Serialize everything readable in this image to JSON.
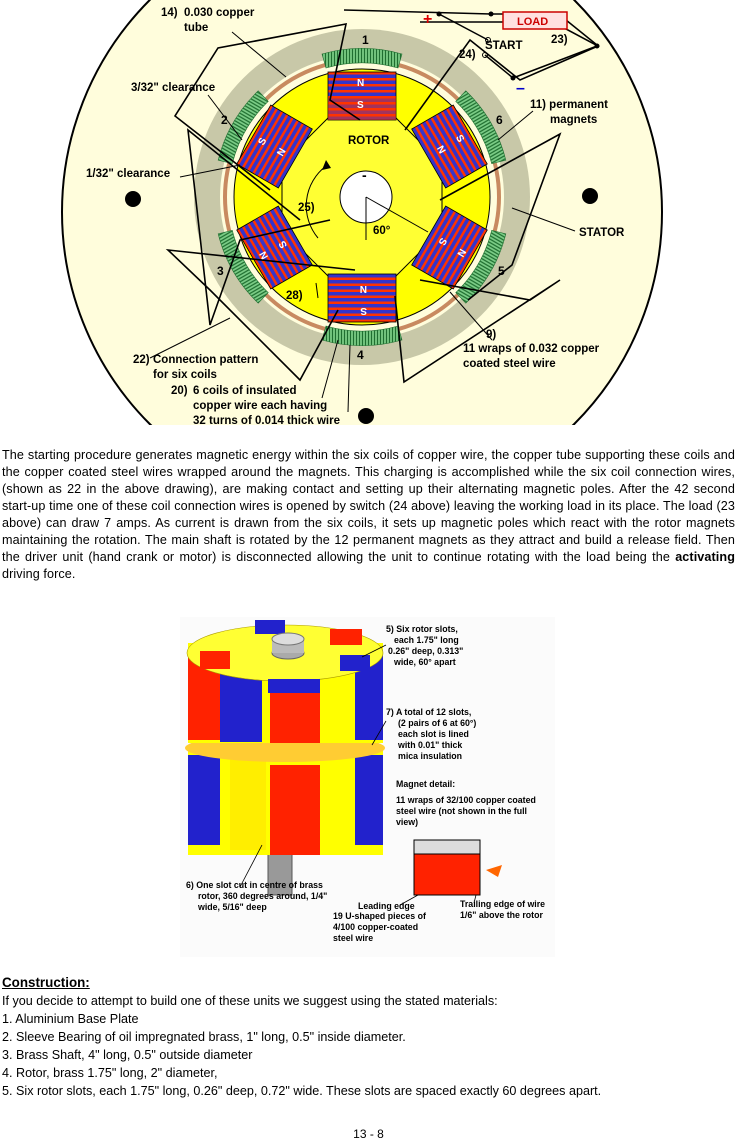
{
  "top_diagram": {
    "wire_label_num": "14)",
    "wire_label": "0.030 copper",
    "wire_label_2": "tube",
    "plus_sign": "+",
    "minus_sign": "–",
    "load_label": "LOAD",
    "start_label": "START",
    "switch_num": "24)",
    "load_num": "23)",
    "clearance_3_32": "3/32\" clearance",
    "clearance_1_32": "1/32\" clearance",
    "magnets_label": "11) permanent",
    "magnets_label_2": "magnets",
    "rotor_label": "ROTOR",
    "stator_label": "STATOR",
    "angle_label": "60°",
    "arrow_num": "25)",
    "corner_num": "28)",
    "wraps_label_num": "9)",
    "wraps_label": "11 wraps of 0.032 copper",
    "wraps_label_2": "coated steel wire",
    "connection_label_num": "22)",
    "connection_label": "Connection pattern",
    "connection_label_2": "for six coils",
    "coils_label_num": "20)",
    "coils_label": "6 coils of insulated",
    "coils_label_2": "copper wire each having",
    "coils_label_3": "32 turns of 0.014 thick wire",
    "coil_numbers": [
      "1",
      "2",
      "3",
      "4",
      "5",
      "6"
    ],
    "pole_n": "N",
    "pole_s": "S",
    "shaft_mark": "-"
  },
  "paragraph": {
    "part1": "The starting procedure generates magnetic energy within the six coils of copper wire, the copper tube supporting these coils and the copper coated steel wires wrapped around the magnets. This charging is accomplished while the six coil connection wires, (shown as 22 in the above drawing), are making contact and setting up their alternating magnetic poles. After the 42 second start-up time one of these coil connection wires is opened by switch (24 above) leaving the working load in its place.  The load (23 above) can draw 7 amps. As current is drawn from the six coils, it sets up magnetic poles which react with the rotor magnets maintaining the rotation. The main shaft is rotated by the 12 permanent magnets as they attract and build a release field. Then the driver unit (hand crank or motor) is disconnected allowing the unit to continue rotating with the load being the ",
    "bold": "activating",
    "part2": " driving force."
  },
  "rotor_diagram": {
    "slots_a": "5) Six rotor slots,",
    "slots_b": "each 1.75\" long",
    "slots_c": "0.26\" deep, 0.313\"",
    "slots_d": "wide, 60° apart",
    "total_a": "7) A total of 12 slots,",
    "total_b": "(2 pairs of 6 at 60°)",
    "total_c": "each slot is lined",
    "total_d": "with 0.01\" thick",
    "total_e": "mica insulation",
    "detail_title": "Magnet detail:",
    "detail_a": "11 wraps of 32/100 copper coated",
    "detail_b": "steel wire (not shown in the full",
    "detail_c": "view)",
    "cut_a": "6) One slot cut in centre of brass",
    "cut_b": "rotor, 360 degrees around, 1/4\"",
    "cut_c": "wide, 5/16\" deep",
    "leading": "Leading edge",
    "trailing_a": "Trailing edge of wire",
    "trailing_b": "1/6\" above the rotor",
    "ushaped_a": "19 U-shaped pieces of",
    "ushaped_b": "4/100 copper-coated",
    "ushaped_c": "steel wire"
  },
  "construction": {
    "heading": "Construction:",
    "intro": "If you decide to attempt to build one of these units we suggest using the stated materials:",
    "items": [
      "1.  Aluminium Base Plate",
      "2.  Sleeve Bearing of oil impregnated brass, 1\" long,  0.5\" inside diameter.",
      "3.  Brass Shaft, 4\" long, 0.5\" outside diameter",
      "4.  Rotor, brass 1.75\" long,  2\" diameter,",
      "5.  Six rotor slots, each 1.75\" long, 0.26\" deep, 0.72\" wide. These slots are spaced exactly 60 degrees apart."
    ]
  },
  "page_number": "13 - 8",
  "colors": {
    "plate": "#fffddc",
    "stator_ring": "#c8c8a8",
    "copper": "#c88a60",
    "rotor": "#ffff00",
    "coil_green": "#1f8a3a",
    "magnet_red": "#ff3300",
    "magnet_blue": "#3333cc"
  }
}
